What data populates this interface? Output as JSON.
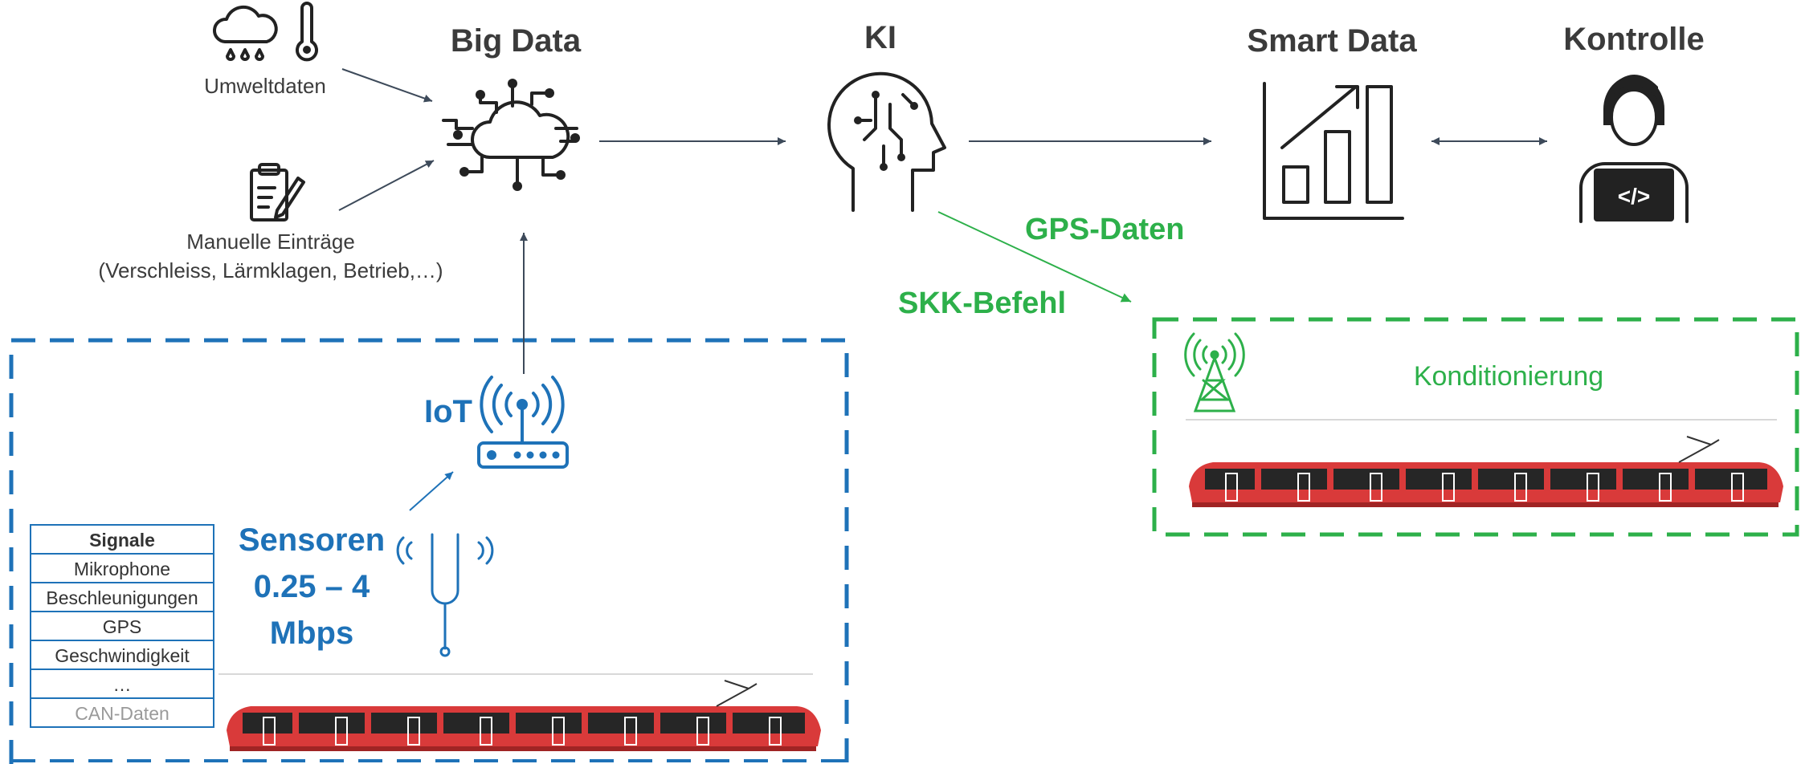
{
  "stages": {
    "big_data": "Big Data",
    "ki": "KI",
    "smart_data": "Smart Data",
    "kontrolle": "Kontrolle"
  },
  "sources": {
    "umweltdaten": "Umweltdaten",
    "manuell_line1": "Manuelle Einträge",
    "manuell_line2": "(Verschleiss, Lärmklagen, Betrieb,…)"
  },
  "iot_label": "IoT",
  "sensoren": {
    "line1": "Sensoren",
    "line2": "0.25 – 4",
    "line3": "Mbps"
  },
  "signals_table": {
    "header": "Signale",
    "rows": [
      "Mikrophone",
      "Beschleunigungen",
      "GPS",
      "Geschwindigkeit",
      "…"
    ],
    "muted_row": "CAN-Daten"
  },
  "feedback": {
    "gps_daten": "GPS-Daten",
    "skk_befehl": "SKK-Befehl"
  },
  "konditionierung": "Konditionierung",
  "colors": {
    "blue": "#1e72b8",
    "green": "#2db04a",
    "dark": "#3b3b3b",
    "train_red": "#d93a3a"
  }
}
